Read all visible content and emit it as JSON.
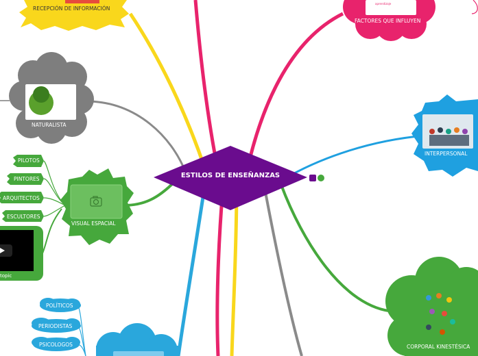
{
  "central": {
    "title": "ESTILOS DE ENSEÑANZAS"
  },
  "topics": {
    "recepcion": "RECEPCIÓN DE INFORMACIÓN",
    "factores": "FACTORES QUE INFLUYEN",
    "naturalista": "NATURALISTA",
    "interpersonal": "INTERPERSONAL",
    "visual_espacial": "VISUAL ESPACIAL",
    "corporal": "CORPORAL KINESTÉSICA",
    "video_topic": "topic"
  },
  "visual_subtopics": [
    "PILOTOS",
    "PINTORES",
    "ARQUITECTOS",
    "ESCULTORES"
  ],
  "cloud_subtopics": [
    "POLÍTICOS",
    "PERIODISTAS",
    "PSICOLOGOS"
  ],
  "factores_image_caption": "aprendizaje",
  "colors": {
    "central": "#6a0c8e",
    "yellow": "#f9d71c",
    "pink": "#e8236c",
    "gray": "#8a8a8a",
    "green": "#46a83c",
    "blue": "#1fa0e0",
    "cyan": "#2aa7dc"
  },
  "icons": [
    "notes-icon",
    "link-icon"
  ]
}
